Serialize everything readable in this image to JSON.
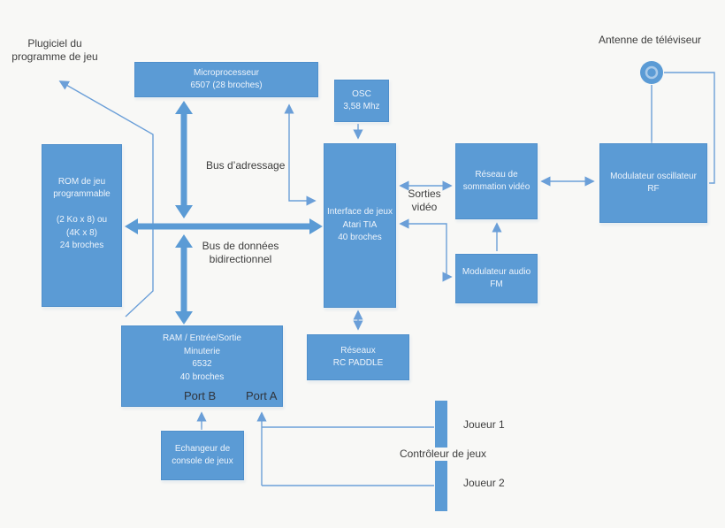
{
  "diagram": {
    "boxes": {
      "microprocessor": {
        "text": "Microprocesseur\n6507 (28 broches)"
      },
      "osc": {
        "text": "OSC\n3,58 Mhz"
      },
      "rom": {
        "text": "ROM de jeu\nprogrammable\n\n(2 Ko x 8) ou\n(4K x 8)\n24 broches"
      },
      "tia": {
        "text": "Interface de jeux\nAtari TIA\n40 broches"
      },
      "video_summation": {
        "text": "Réseau de\nsommation vidéo"
      },
      "rf_modulator": {
        "text": "Modulateur oscillateur\nRF"
      },
      "audio_fm": {
        "text": "Modulateur audio\nFM"
      },
      "ram": {
        "text": "RAM / Entrée/Sortie\nMinuterie\n6532\n40 broches",
        "port_b": "Port B",
        "port_a": "Port A"
      },
      "rc_paddle": {
        "text": "Réseaux\nRC PADDLE"
      },
      "exchanger": {
        "text": "Echangeur de\nconsole de jeux"
      }
    },
    "labels": {
      "plug_in": "Plugiciel du\nprogramme de jeu",
      "address_bus": "Bus d’adressage",
      "data_bus": "Bus de données\nbidirectionnel",
      "video_out": "Sorties\nvidéo",
      "antenna": "Antenne de téléviseur",
      "player1": "Joueur 1",
      "controller": "Contrôleur de jeux",
      "player2": "Joueur 2"
    },
    "colors": {
      "box_fill": "#5b9bd5",
      "box_border": "#4f8fcb",
      "box_text": "#eef4fb",
      "thin_line": "#6b9fd8",
      "thick_arrow": "#5b9bd5",
      "label_text": "#3d3d3d",
      "background": "#f8f8f6"
    }
  }
}
